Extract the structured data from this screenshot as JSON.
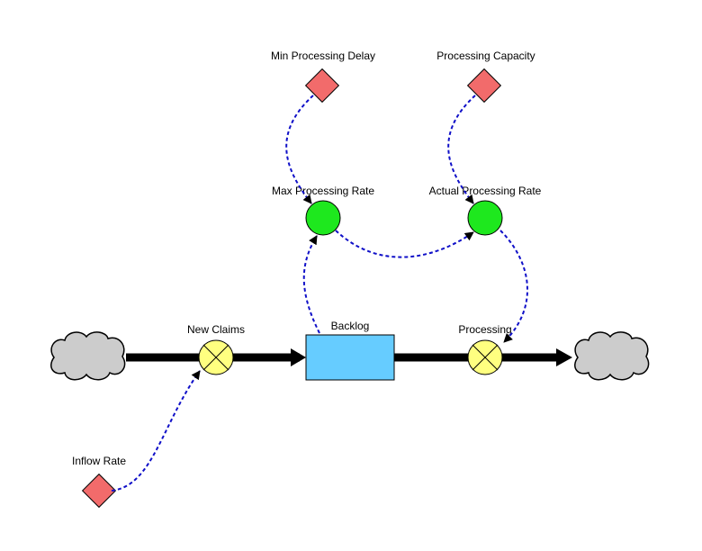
{
  "diagram": {
    "stock": {
      "label": "Backlog",
      "color": "#66ccff"
    },
    "flows": {
      "inflow": {
        "label": "New Claims"
      },
      "outflow": {
        "label": "Processing"
      }
    },
    "auxiliaries": {
      "max_processing_rate": {
        "label": "Max Processing Rate"
      },
      "actual_processing_rate": {
        "label": "Actual Processing Rate"
      }
    },
    "constants": {
      "min_processing_delay": {
        "label": "Min Processing Delay"
      },
      "processing_capacity": {
        "label": "Processing Capacity"
      },
      "inflow_rate": {
        "label": "Inflow Rate"
      }
    },
    "colors": {
      "constant": "#f26b6b",
      "auxiliary": "#1ee81e",
      "valve": "#ffff80",
      "cloud": "#cccccc",
      "link": "#1010c8",
      "pipe": "#000000"
    }
  }
}
